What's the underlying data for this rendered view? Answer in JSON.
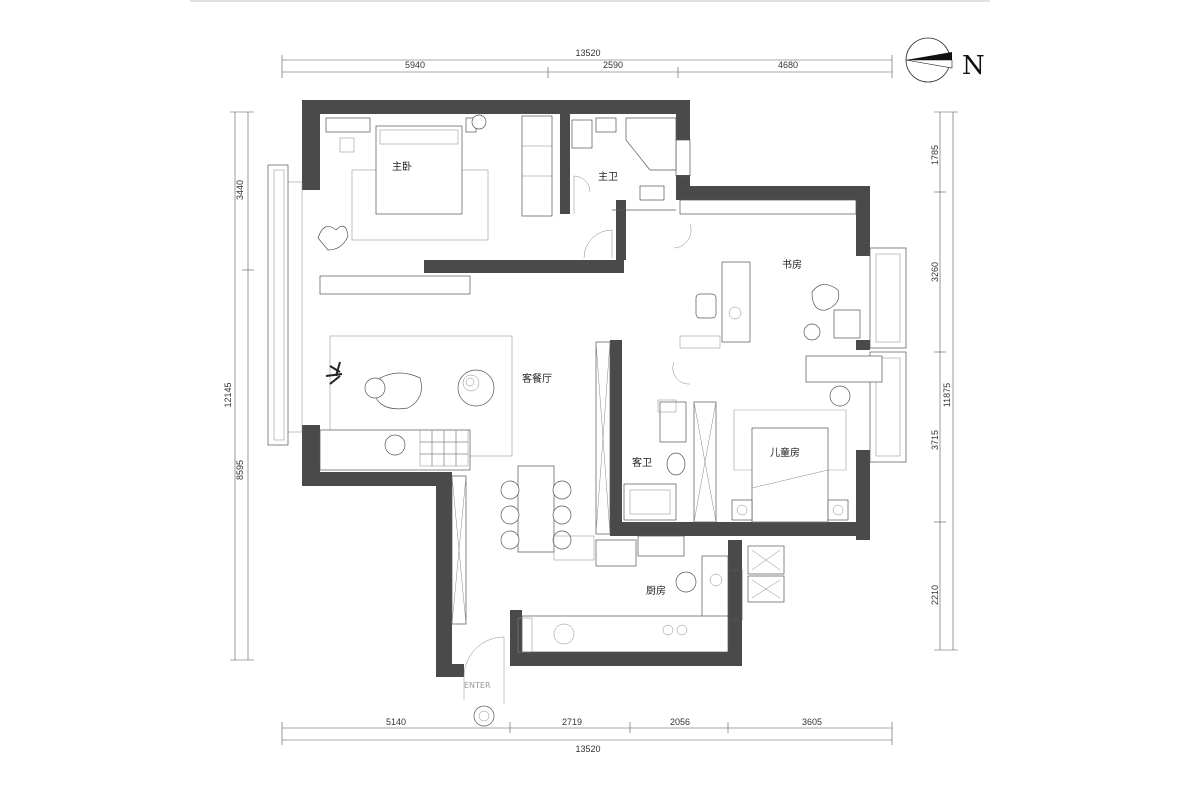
{
  "north_label": "N",
  "entry_label": "ENTER",
  "rooms": {
    "master_bedroom": "主卧",
    "master_bath": "主卫",
    "study": "书房",
    "living_dining": "客餐厅",
    "guest_bath": "客卫",
    "kids_room": "儿童房",
    "kitchen": "厨房"
  },
  "dimensions": {
    "top_total": "13520",
    "top_segments": [
      "5940",
      "2590",
      "4680"
    ],
    "bottom_total": "13520",
    "bottom_segments": [
      "5140",
      "2719",
      "2056",
      "3605"
    ],
    "left_total": "12145",
    "left_segments": [
      "3440",
      "8595"
    ],
    "right_total": "11875",
    "right_segments": [
      "1785",
      "3260",
      "3715",
      "2210"
    ]
  }
}
